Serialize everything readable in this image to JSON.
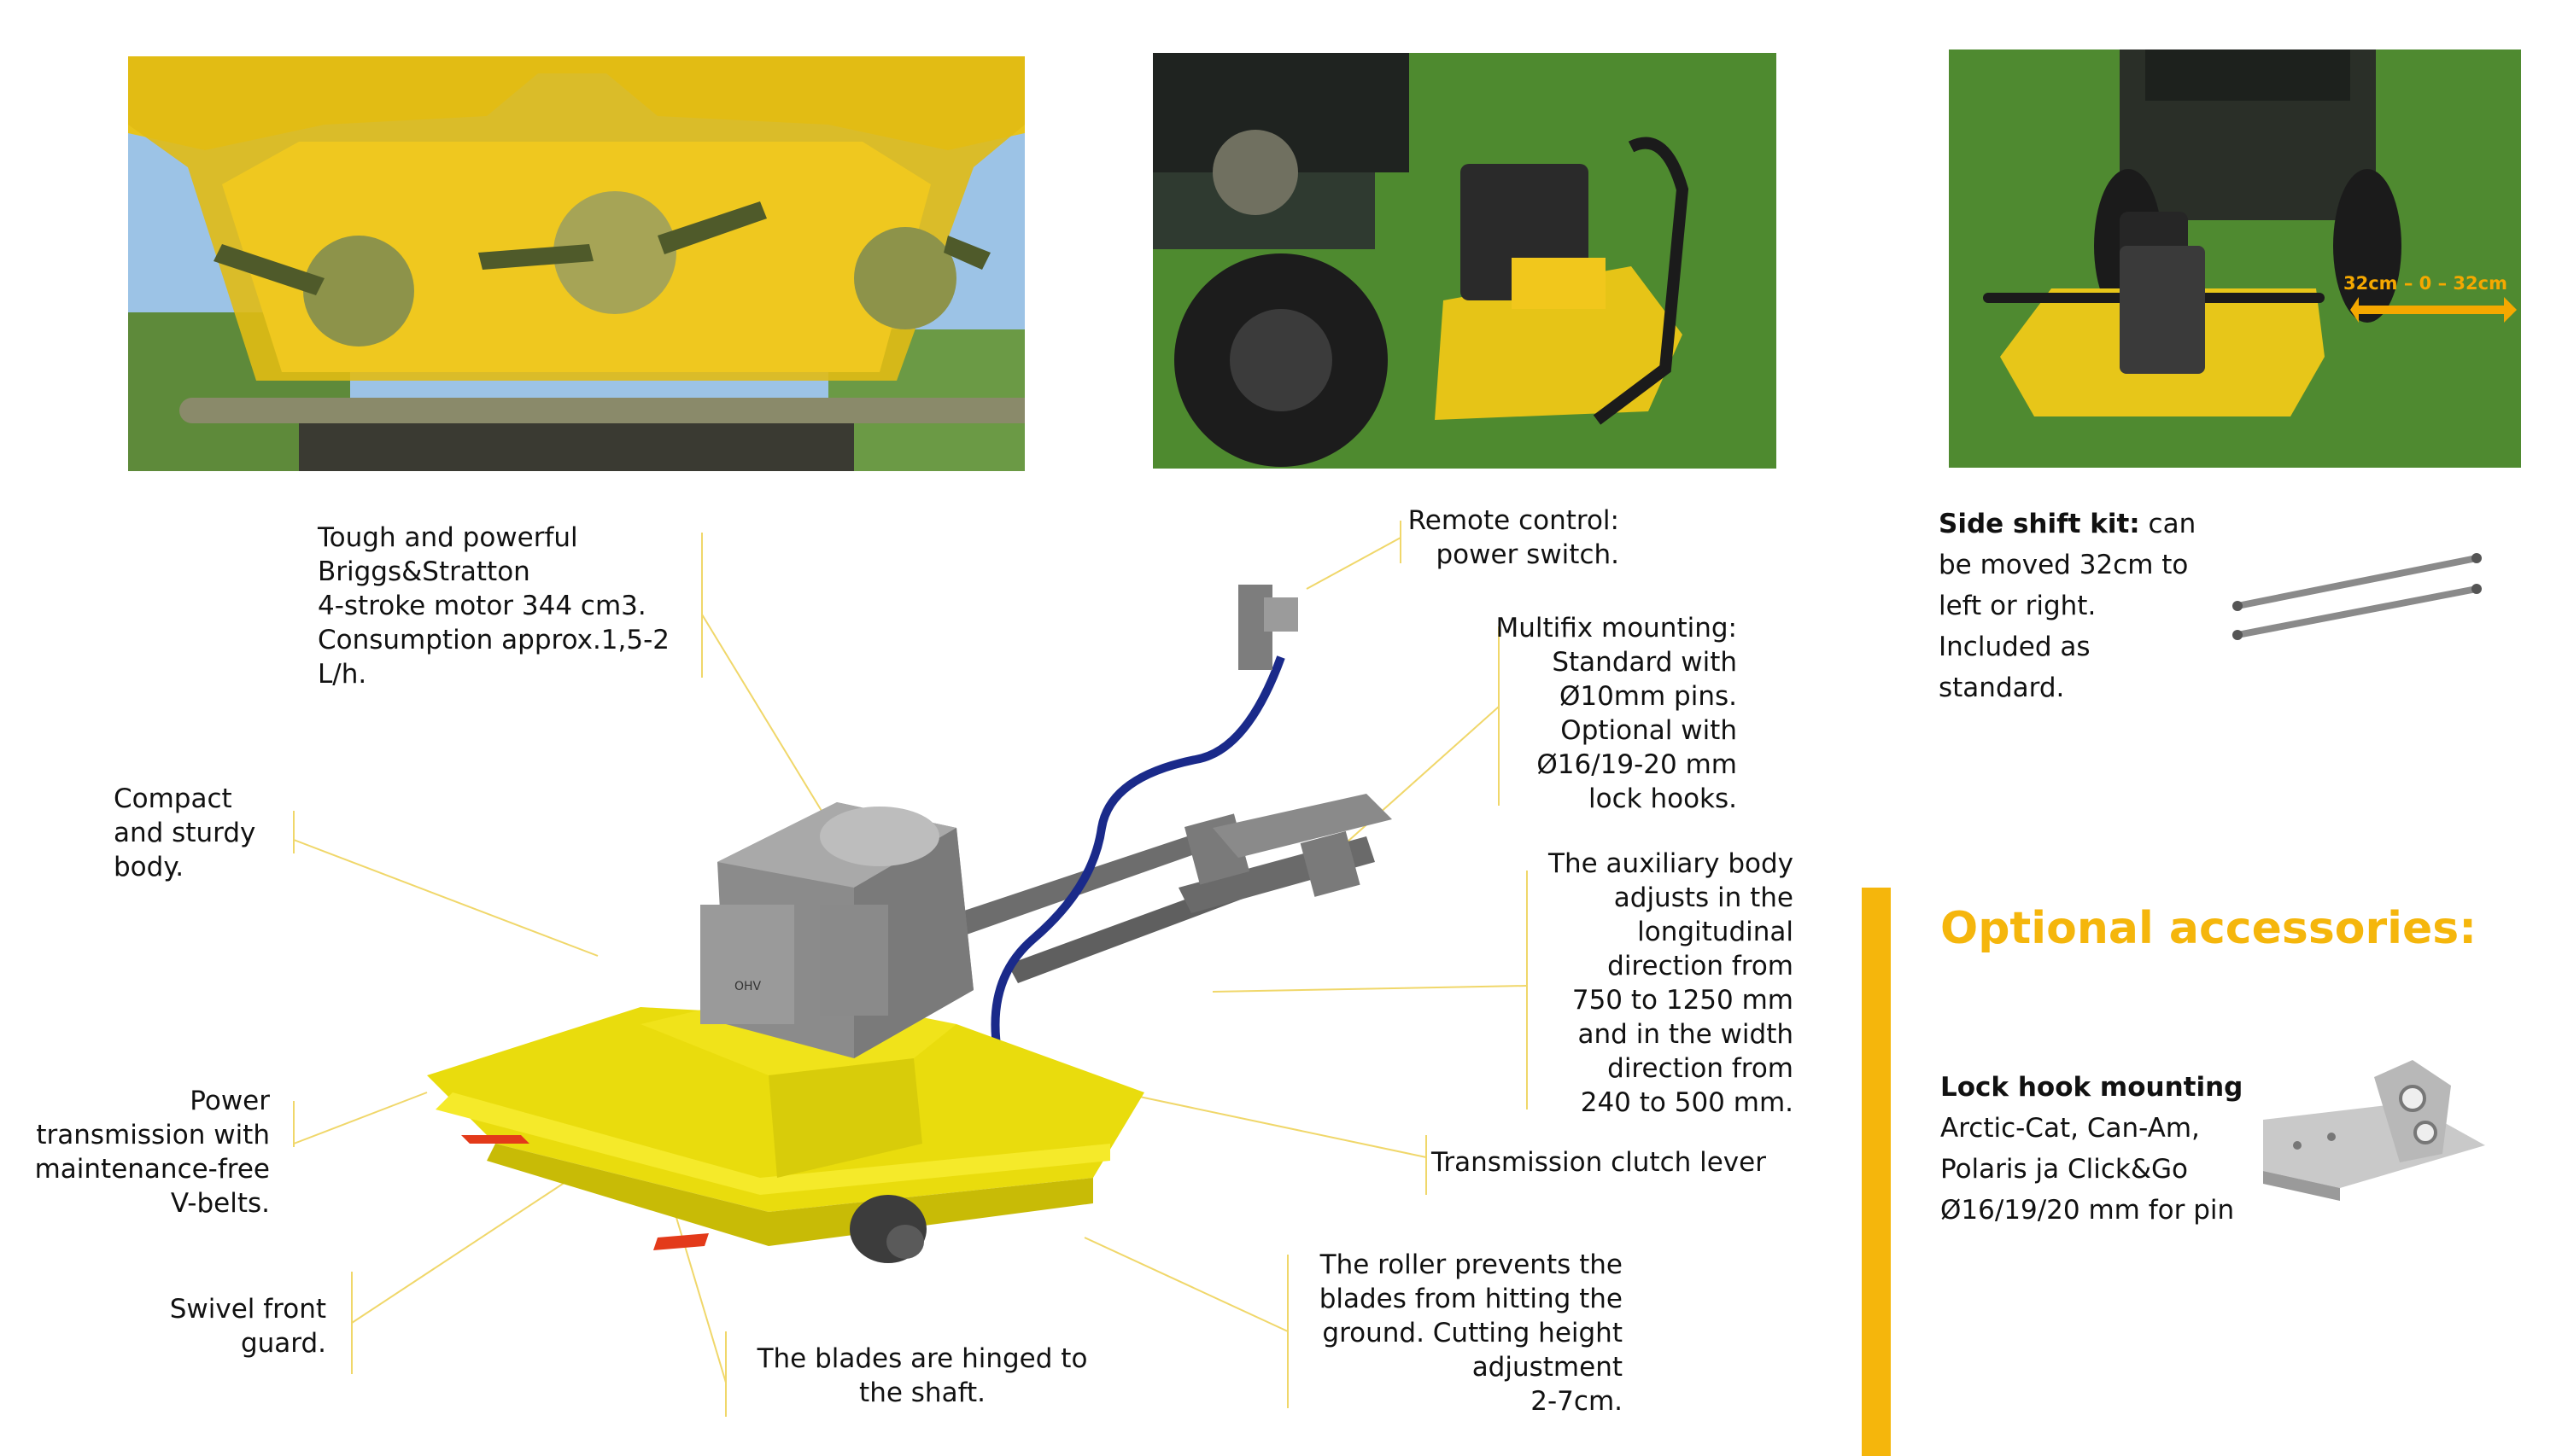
{
  "photos": {
    "blades_underside": {
      "caption": ""
    },
    "atv_side": {
      "caption": ""
    },
    "atv_front": {
      "shift_label": "32cm – 0 – 32cm"
    }
  },
  "callouts": {
    "engine": [
      "Tough and powerful",
      "Briggs&Stratton",
      "4-stroke motor 344 cm3.",
      "Consumption approx.1,5-2",
      "L/h."
    ],
    "body": [
      "Compact",
      "and sturdy",
      "body."
    ],
    "transmission": [
      "Power",
      "transmission with",
      "maintenance-free",
      "V-belts."
    ],
    "front_guard": [
      "Swivel front",
      "guard."
    ],
    "blades": [
      "The blades are hinged to",
      "the shaft."
    ],
    "roller": [
      "The roller prevents the",
      "blades from hitting the",
      "ground. Cutting height",
      "adjustment",
      "2-7cm."
    ],
    "clutch": [
      "Transmission clutch lever"
    ],
    "aux_body": [
      "The auxiliary body",
      "adjusts in the",
      "longitudinal",
      "direction from",
      "750 to 1250 mm",
      "and in the width",
      "direction from",
      "240 to 500 mm."
    ],
    "multifix": [
      "Multifix mounting:",
      "Standard with",
      "Ø10mm pins.",
      "Optional with",
      "Ø16/19-20 mm",
      "lock hooks."
    ],
    "remote": [
      "Remote control:",
      "power switch."
    ]
  },
  "side_shift": {
    "title": "Side shift kit:",
    "lines": [
      " can",
      "be moved 32cm to",
      "left or right.",
      "Included as",
      "standard."
    ]
  },
  "optional": {
    "heading": "Optional accessories:",
    "lock_hook_title": "Lock hook mounting",
    "lock_hook_lines": [
      "Arctic-Cat, Can-Am,",
      "Polaris ja Click&Go",
      "Ø16/19/20 mm for pin"
    ]
  },
  "diagram": {
    "motor_badge": "OHV"
  },
  "colors": {
    "accent": "#f5b60c",
    "machine_yellow": "#f2e40a",
    "leader_line": "#f0d76a",
    "hose_blue": "#1a2a8a"
  }
}
